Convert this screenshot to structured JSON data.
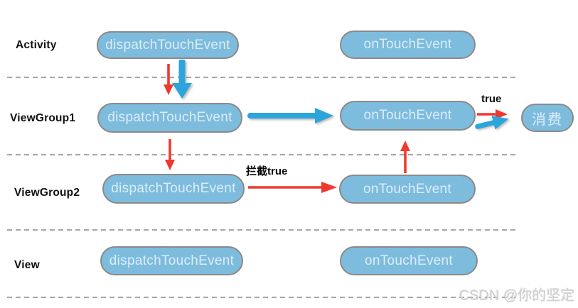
{
  "diagram": {
    "rows": [
      {
        "label": "Activity",
        "dispatch_label": "dispatchTouchEvent",
        "ontouch_label": "onTouchEvent"
      },
      {
        "label": "ViewGroup1",
        "dispatch_label": "dispatchTouchEvent",
        "ontouch_label": "onTouchEvent"
      },
      {
        "label": "ViewGroup2",
        "dispatch_label": "dispatchTouchEvent",
        "ontouch_label": "onTouchEvent"
      },
      {
        "label": "View",
        "dispatch_label": "dispatchTouchEvent",
        "ontouch_label": "onTouchEvent"
      }
    ],
    "consume_pill_label": "消费",
    "annotations": {
      "true_label": "true",
      "intercept_label": "拦截true"
    },
    "watermark": "CSDN @你的坚定",
    "colors": {
      "pill_fill": "#7ebcde",
      "pill_border": "#8a8a8a",
      "pill_text": "#ebf6fd",
      "arrow_red": "#f0392e",
      "arrow_blue": "#2ba5dc",
      "dashed_line": "#a6a6a6",
      "label_text": "#111111",
      "watermark_text": "#cfcfcf"
    }
  }
}
